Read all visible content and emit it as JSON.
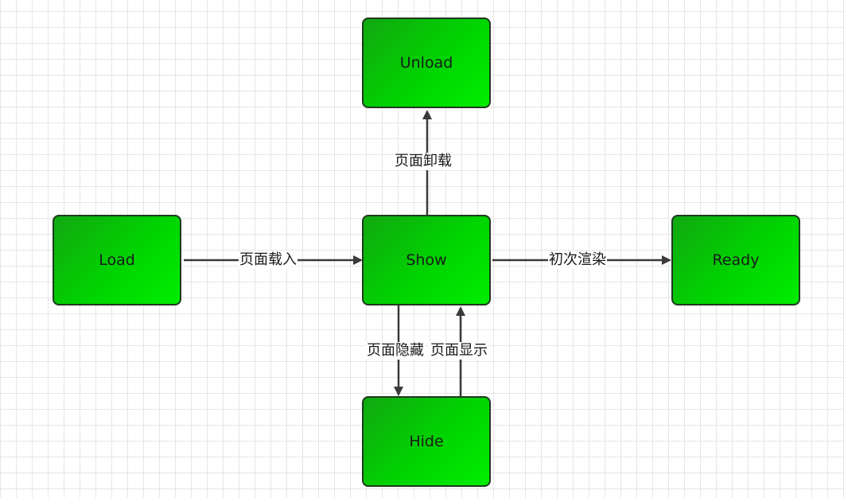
{
  "nodes": {
    "unload": "Unload",
    "load": "Load",
    "show": "Show",
    "ready": "Ready",
    "hide": "Hide"
  },
  "edges": {
    "show_to_unload": "页面卸载",
    "load_to_show": "页面载入",
    "show_to_ready": "初次渲染",
    "show_to_hide": "页面隐藏",
    "hide_to_show": "页面显示"
  },
  "colors": {
    "node_fill": "#00dd00",
    "node_border": "#1f3a1f",
    "edge": "#3a3a3a",
    "grid": "#e6e6e6"
  }
}
